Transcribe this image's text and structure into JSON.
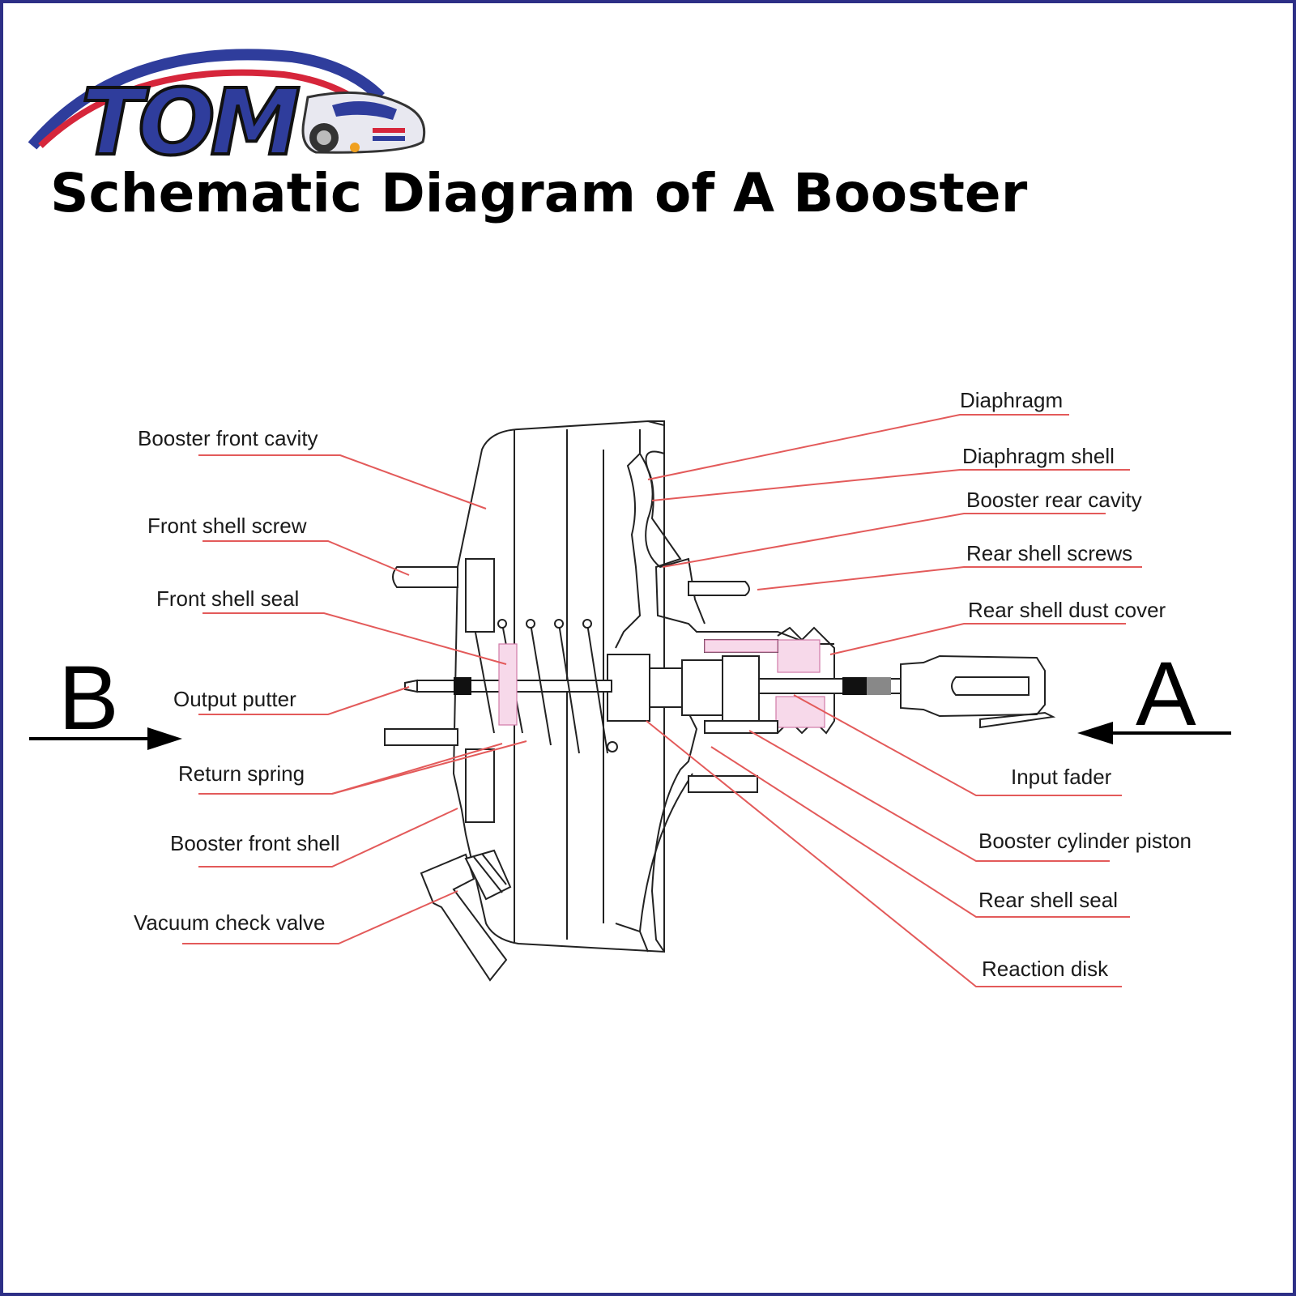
{
  "brand": {
    "logo_text": "TOM",
    "colors": {
      "frame": "#2d2f86",
      "logo_blue": "#2f3d9c",
      "logo_red": "#d6263b",
      "leader": "#e35a5a"
    }
  },
  "title": "Schematic Diagram of A Booster",
  "arrows": {
    "left": "B",
    "right": "A"
  },
  "labels_left": [
    "Booster front cavity",
    "Front shell screw",
    "Front shell seal",
    "Output putter",
    "Return spring",
    "Booster front shell",
    "Vacuum check valve"
  ],
  "labels_right": [
    "Diaphragm",
    "Diaphragm shell",
    "Booster rear cavity",
    "Rear shell screws",
    "Rear shell dust cover",
    "Input fader",
    "Booster cylinder piston",
    "Rear shell seal",
    "Reaction disk"
  ]
}
